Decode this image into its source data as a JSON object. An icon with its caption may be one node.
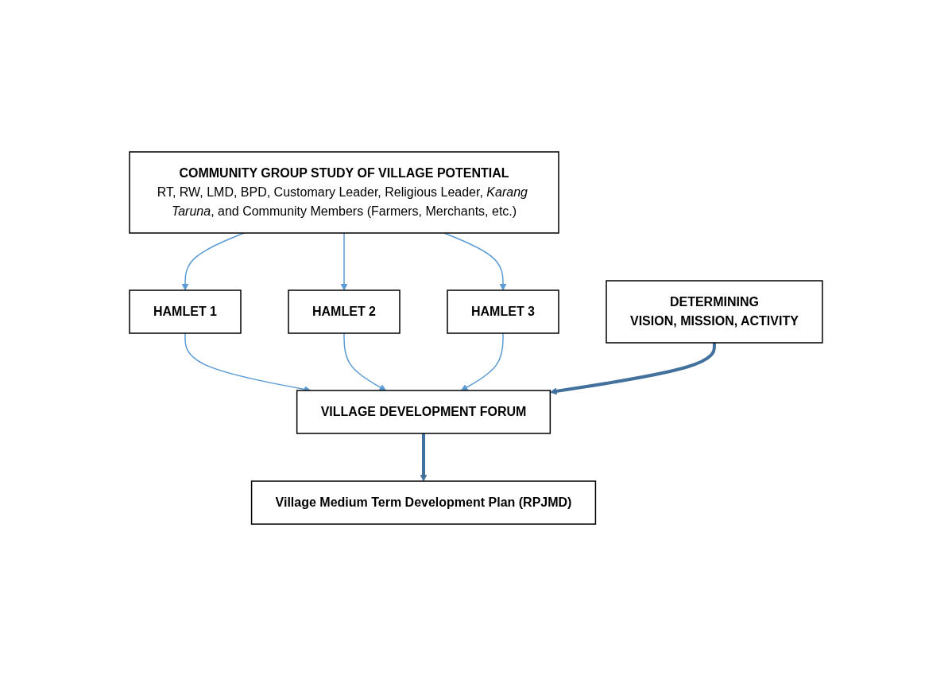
{
  "diagram": {
    "nodes": [
      {
        "text": [
          "COMMUNITY GROUP STUDY OF VILLAGE POTENTIAL",
          "RT, RW, LMD, BPD, Customary Leader, Religious Leader, *Karang Taruna*, and Community Members (Farmers, Merchants, etc.)"
        ]
      },
      {
        "text": [
          "HAMLET 1"
        ]
      },
      {
        "text": [
          "HAMLET 2"
        ]
      },
      {
        "text": [
          "HAMLET 3"
        ]
      },
      {
        "text": [
          "DETERMINING",
          "VISION, MISSION, ACTIVITY"
        ]
      },
      {
        "text": [
          "VILLAGE DEVELOPMENT FORUM"
        ]
      },
      {
        "text": [
          "Village Medium Term Development Plan (RPJMD)"
        ]
      }
    ],
    "edges": [
      {
        "from": 0,
        "to": 1,
        "arrow": "to"
      },
      {
        "from": 0,
        "to": 2,
        "arrow": "to"
      },
      {
        "from": 0,
        "to": 3,
        "arrow": "to"
      },
      {
        "from": 1,
        "to": 5,
        "arrow": "to"
      },
      {
        "from": 2,
        "to": 5,
        "arrow": "to"
      },
      {
        "from": 3,
        "to": 5,
        "arrow": "to"
      },
      {
        "from": 4,
        "to": 5,
        "arrow": "to",
        "style": "thick",
        "color": "#41719c"
      },
      {
        "from": 5,
        "to": 6,
        "arrow": "to",
        "style": "thick",
        "color": "#41719c"
      }
    ]
  }
}
